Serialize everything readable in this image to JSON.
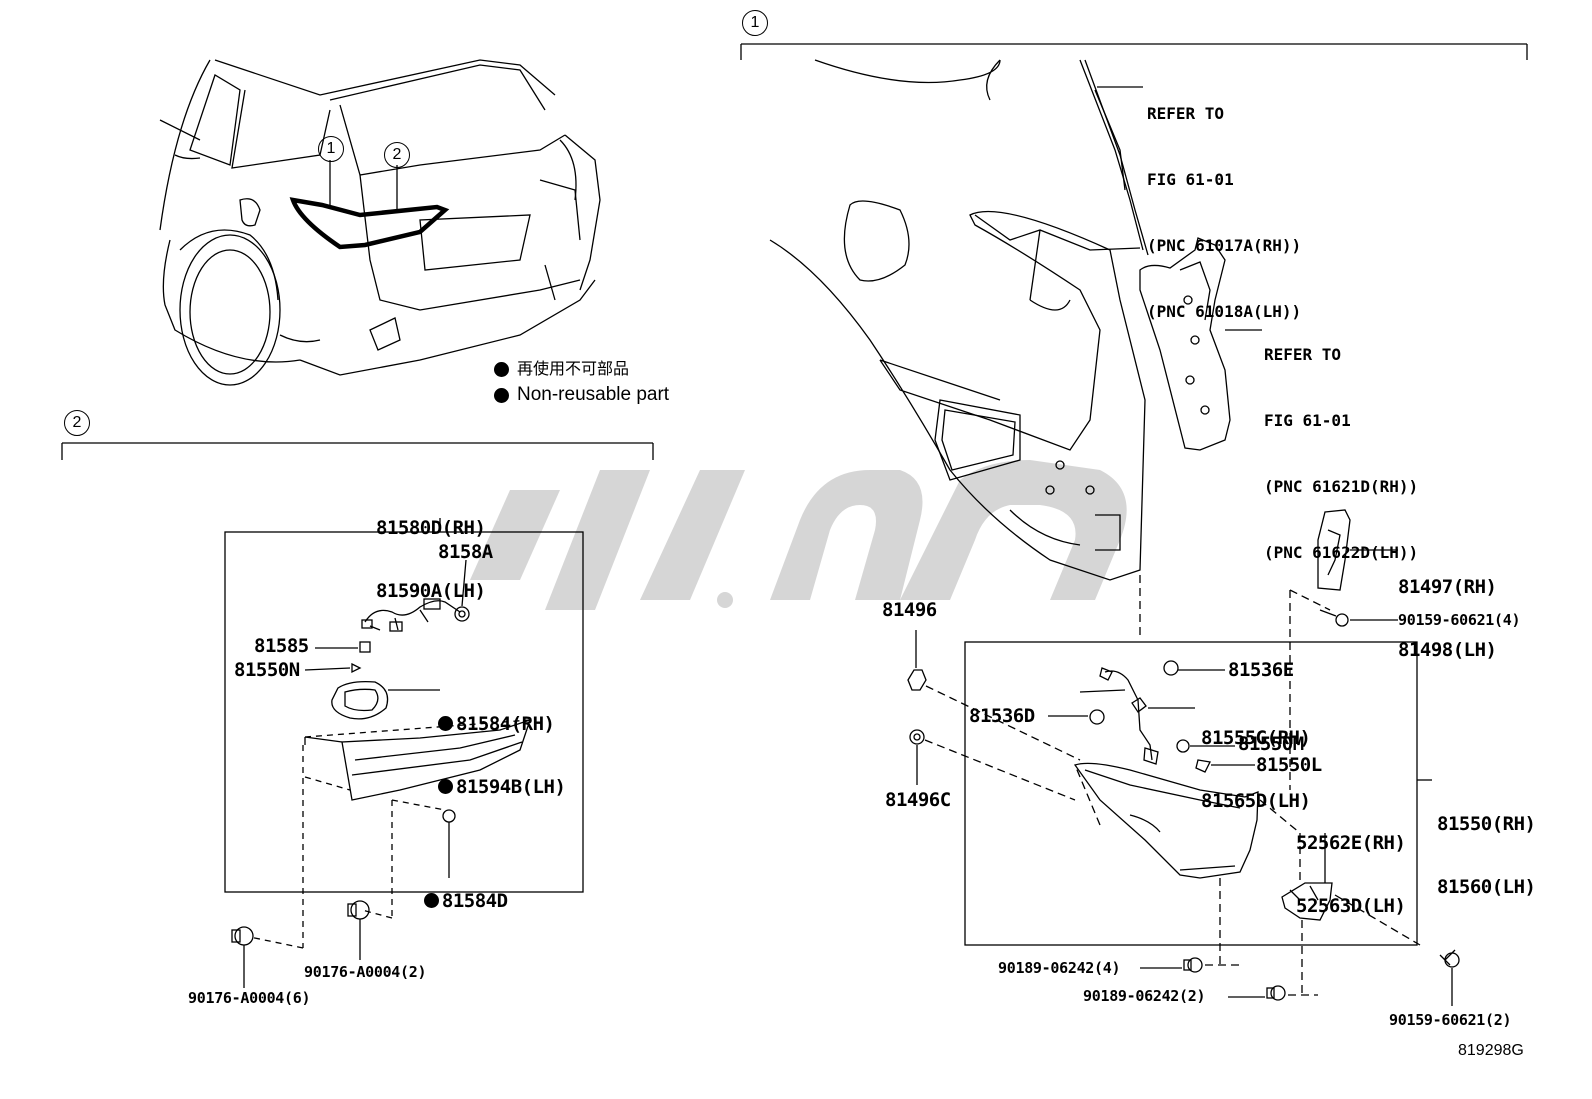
{
  "callouts": {
    "one": "1",
    "two": "2"
  },
  "legend": {
    "jp": "再使用不可部品",
    "en": "Non-reusable part"
  },
  "refer1": [
    "REFER TO",
    "FIG 61-01",
    "(PNC 61017A(RH))",
    "(PNC 61018A(LH))"
  ],
  "refer2": [
    "REFER TO",
    "FIG 61-01",
    "(PNC 61621D(RH))",
    "(PNC 61622D(LH))"
  ],
  "parts": {
    "p81580": [
      "81580D(RH)",
      "81590A(LH)"
    ],
    "p8158A": "8158A",
    "p81585": "81585",
    "p81550N": "81550N",
    "p81584": [
      "81584(RH)",
      "81594B(LH)"
    ],
    "p81584D": "81584D",
    "p90176_6": "90176-A0004(6)",
    "p90176_2": "90176-A0004(2)",
    "p81496": "81496",
    "p81496C": "81496C",
    "p81536D": "81536D",
    "p81536E": "81536E",
    "p81555": [
      "81555G(RH)",
      "81565D(LH)"
    ],
    "p81550M": "81550M",
    "p81550L": "81550L",
    "p81550": [
      "81550(RH)",
      "81560(LH)"
    ],
    "p52562": [
      "52562E(RH)",
      "52563D(LH)"
    ],
    "p81497": [
      "81497(RH)",
      "81498(LH)"
    ],
    "p90159_4": "90159-60621(4)",
    "p90159_2": "90159-60621(2)",
    "p90189_4": "90189-06242(4)",
    "p90189_2": "90189-06242(2)"
  },
  "figure_code": "819298G"
}
